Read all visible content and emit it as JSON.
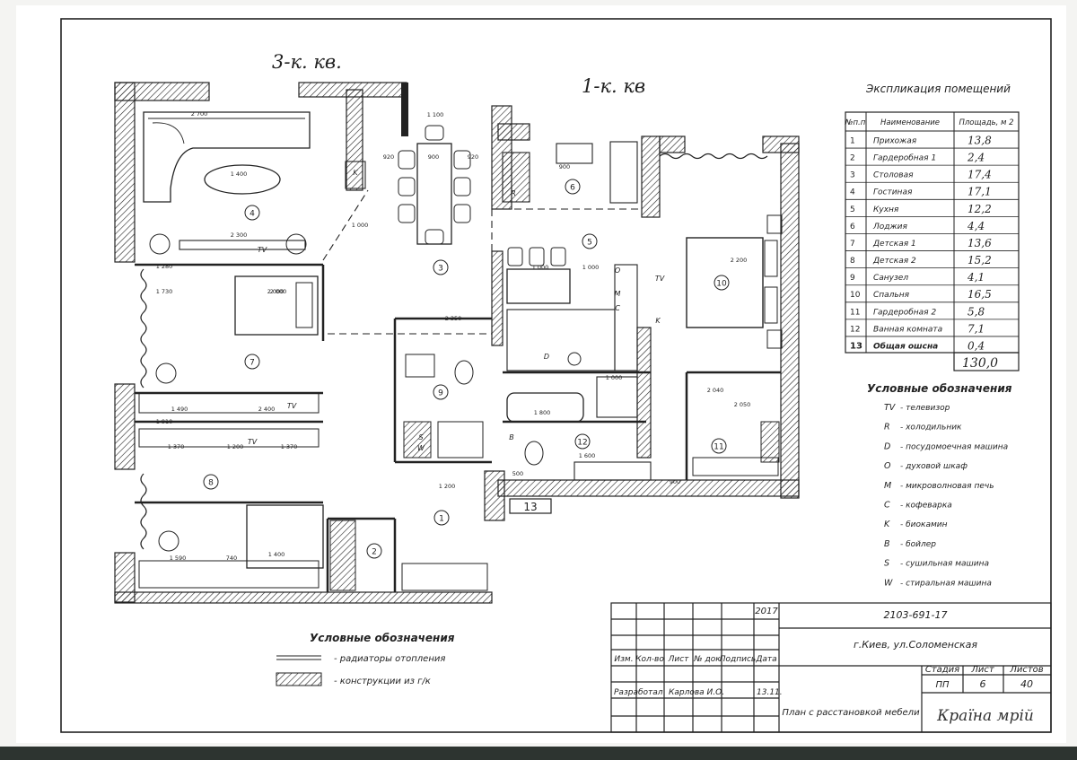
{
  "handwritten": {
    "apt3": "3-к. кв.",
    "apt1": "1-к. кв"
  },
  "explication": {
    "title": "Экспликация помещений",
    "headers": [
      "№п.п",
      "Наименование",
      "Площадь, м 2"
    ],
    "rows": [
      {
        "n": "1",
        "name": "Прихожая",
        "area": "13,8"
      },
      {
        "n": "2",
        "name": "Гардеробная 1",
        "area": "2,4"
      },
      {
        "n": "3",
        "name": "Столовая",
        "area": "17,4"
      },
      {
        "n": "4",
        "name": "Гостиная",
        "area": "17,1"
      },
      {
        "n": "5",
        "name": "Кухня",
        "area": "12,2"
      },
      {
        "n": "6",
        "name": "Лоджия",
        "area": "4,4"
      },
      {
        "n": "7",
        "name": "Детская 1",
        "area": "13,6"
      },
      {
        "n": "8",
        "name": "Детская 2",
        "area": "15,2"
      },
      {
        "n": "9",
        "name": "Санузел",
        "area": "4,1"
      },
      {
        "n": "10",
        "name": "Спальня",
        "area": "16,5"
      },
      {
        "n": "11",
        "name": "Гардеробная 2",
        "area": "5,8"
      },
      {
        "n": "12",
        "name": "Ванная комната",
        "area": "7,1"
      },
      {
        "n": "13",
        "name": "Общая ошсна",
        "area": "0,4"
      }
    ],
    "total": "130,0"
  },
  "legend_right": {
    "title": "Условные обозначения",
    "items": [
      {
        "key": "TV",
        "text": "- телевизор"
      },
      {
        "key": "R",
        "text": "- холодильник"
      },
      {
        "key": "D",
        "text": "- посудомоечная машина"
      },
      {
        "key": "O",
        "text": "- духовой шкаф"
      },
      {
        "key": "M",
        "text": "- микроволновая печь"
      },
      {
        "key": "C",
        "text": "- кофеварка"
      },
      {
        "key": "K",
        "text": "- биокамин"
      },
      {
        "key": "B",
        "text": "- бойлер"
      },
      {
        "key": "S",
        "text": "- сушильная машина"
      },
      {
        "key": "W",
        "text": "- стиральная машина"
      }
    ]
  },
  "legend_bottom": {
    "title": "Условные обозначения",
    "items": [
      "- радиаторы отопления",
      "- конструкции из г/к"
    ]
  },
  "stamp": {
    "year": "2017",
    "code": "2103-691-17",
    "address": "г.Киев, ул.Соломенская",
    "col_heads": [
      "Изм.",
      "Кол-во",
      "Лист",
      "№ док",
      "Подпись",
      "Дата"
    ],
    "stage_label": "Стадия",
    "sheet_label": "Лист",
    "sheets_label": "Листов",
    "stage": "ПП",
    "sheet": "6",
    "sheets": "40",
    "dev_label": "Разработал",
    "dev_name": "Карлова И.О.",
    "dev_date": "13.11.",
    "drawing_title": "План с расстановкой мебели",
    "logo": "Країна мрій"
  },
  "plan": {
    "room_numbers": [
      "1",
      "2",
      "3",
      "4",
      "5",
      "6",
      "7",
      "8",
      "9",
      "10",
      "11",
      "12"
    ],
    "room13_label": "13",
    "dims": [
      "2 700",
      "1 400",
      "2 300",
      "1 280",
      "1 730",
      "2 000",
      "1 490",
      "2 400",
      "1 910",
      "1 370",
      "1 200",
      "1 370",
      "1 590",
      "740",
      "1 400",
      "920",
      "900",
      "920",
      "1 000",
      "1 000",
      "900",
      "2 200",
      "1 000",
      "1 800",
      "1 600",
      "2 350",
      "1 200",
      "2 040",
      "1 100",
      "2 050",
      "500",
      "900",
      "1 000",
      "2 000"
    ],
    "tags": [
      "TV",
      "TV",
      "TV",
      "TV",
      "K",
      "K",
      "R",
      "O",
      "M",
      "C",
      "D",
      "S",
      "W",
      "B"
    ]
  }
}
